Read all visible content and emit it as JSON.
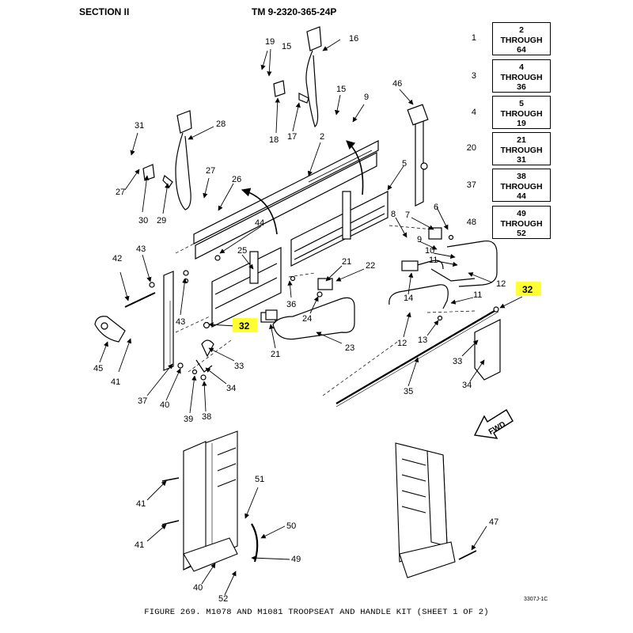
{
  "header": {
    "section": "SECTION II",
    "tm": "TM 9-2320-365-24P"
  },
  "caption": "FIGURE 269. M1078 AND M1081 TROOPSEAT AND HANDLE KIT (SHEET 1 OF 2)",
  "drawing_code": "3307J-1C",
  "fwd_label": "FWD",
  "through_table": [
    {
      "key": "1",
      "start": "2",
      "word": "THROUGH",
      "end": "64"
    },
    {
      "key": "3",
      "start": "4",
      "word": "THROUGH",
      "end": "36"
    },
    {
      "key": "4",
      "start": "5",
      "word": "THROUGH",
      "end": "19"
    },
    {
      "key": "20",
      "start": "21",
      "word": "THROUGH",
      "end": "31"
    },
    {
      "key": "37",
      "start": "38",
      "word": "THROUGH",
      "end": "44"
    },
    {
      "key": "48",
      "start": "49",
      "word": "THROUGH",
      "end": "52"
    }
  ],
  "callouts": {
    "c19a": "19",
    "c15a": "15",
    "c16": "16",
    "c18": "18",
    "c17": "17",
    "c15b": "15",
    "c9a": "9",
    "c31": "31",
    "c28": "28",
    "c27a": "27",
    "c27b": "27",
    "c30": "30",
    "c29": "29",
    "c26": "26",
    "c2": "2",
    "c46": "46",
    "c5": "5",
    "c6": "6",
    "c8": "8",
    "c7": "7",
    "c9b": "9",
    "c10": "10",
    "c11a": "11",
    "c12a": "12",
    "c44": "44",
    "c25": "25",
    "c21a": "21",
    "c22": "22",
    "c42": "42",
    "c43a": "43",
    "c43b": "43",
    "c36": "36",
    "c24": "24",
    "c14": "14",
    "c11b": "11",
    "c32a": "32",
    "c32b": "32",
    "c21b": "21",
    "c23": "23",
    "c12b": "12",
    "c13": "13",
    "c45": "45",
    "c41a": "41",
    "c33a": "33",
    "c34a": "34",
    "c33b": "33",
    "c34b": "34",
    "c35": "35",
    "c37": "37",
    "c40a": "40",
    "c39": "39",
    "c38": "38",
    "c51": "51",
    "c41b": "41",
    "c50": "50",
    "c41c": "41",
    "c47": "47",
    "c49": "49",
    "c40b": "40",
    "c52": "52"
  },
  "colors": {
    "highlight": "#ffff33",
    "ink": "#000000"
  }
}
